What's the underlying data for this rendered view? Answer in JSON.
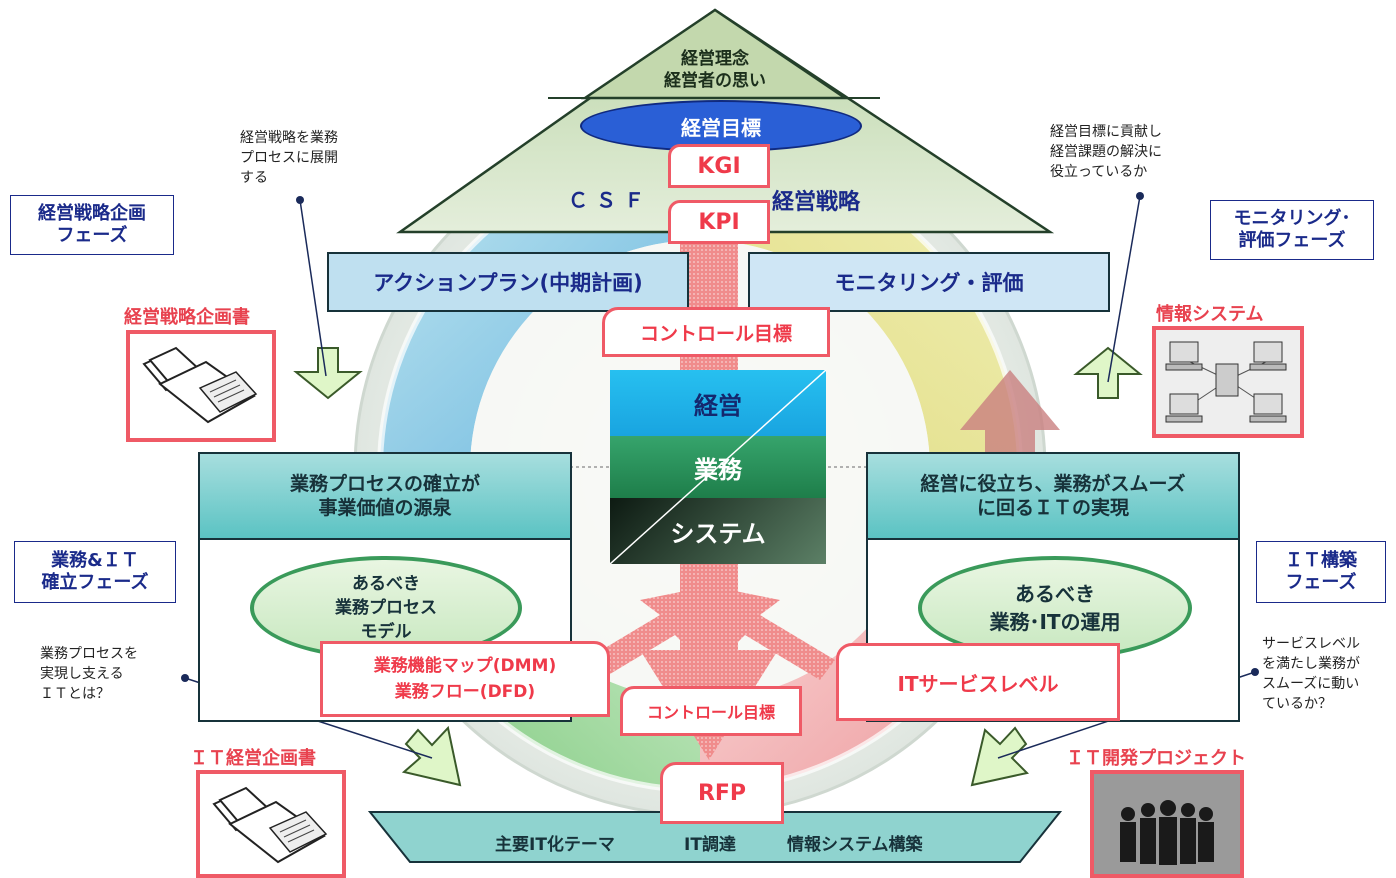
{
  "top": {
    "philosophy": "経営理念\n経営者の思い",
    "goal": "経営目標",
    "kgi": "KGI",
    "kpi": "KPI",
    "csf": "ＣＳＦ",
    "strategy": "経営戦略"
  },
  "bars": {
    "action_plan": "アクションプラン(中期計画)",
    "monitoring": "モニタリング・評価",
    "control_target_top": "コントロール目標",
    "control_target_bottom": "コントロール目標",
    "rfp": "RFP"
  },
  "stack": {
    "management": "経営",
    "business": "業務",
    "system": "システム"
  },
  "left_panel": {
    "header": "業務プロセスの確立が\n事業価値の源泉",
    "ellipse": "あるべき\n業務プロセス\nモデル",
    "tag": "業務機能マップ(DMM)\n業務フロー(DFD)"
  },
  "right_panel": {
    "header": "経営に役立ち、業務がスムーズ\nに回るＩＴの実現",
    "ellipse": "あるべき\n業務･ITの運用",
    "tag": "ITサービスレベル"
  },
  "bottom_bar": {
    "theme": "主要IT化テーマ",
    "procurement": "IT調達",
    "build": "情報システム構築"
  },
  "phases": {
    "strategy": "経営戦略企画\nフェーズ",
    "monitoring": "モニタリング･\n評価フェーズ",
    "business_it": "業務&ＩＴ\n確立フェーズ",
    "it_build": "ＩＴ構築\nフェーズ"
  },
  "notes": {
    "top_left": "経営戦略を業務\nプロセスに展開\nする",
    "top_right": "経営目標に貢献し\n経営課題の解決に\n役立っているか",
    "bottom_left": "業務プロセスを\n実現し支える\nＩＴとは？",
    "bottom_right": "サービスレベル\nを満たし業務が\nスムーズに動い\nているか？"
  },
  "labels": {
    "strategy_doc": "経営戦略企画書",
    "info_system": "情報システム",
    "it_plan_doc": "ＩＴ経営企画書",
    "it_project": "ＩＴ開発プロジェクト"
  },
  "colors": {
    "accent_red": "#ef5a66",
    "navy": "#1a2a8a",
    "teal_header": "#5cc6c6",
    "blue_ellipse": "#2a63d8"
  }
}
